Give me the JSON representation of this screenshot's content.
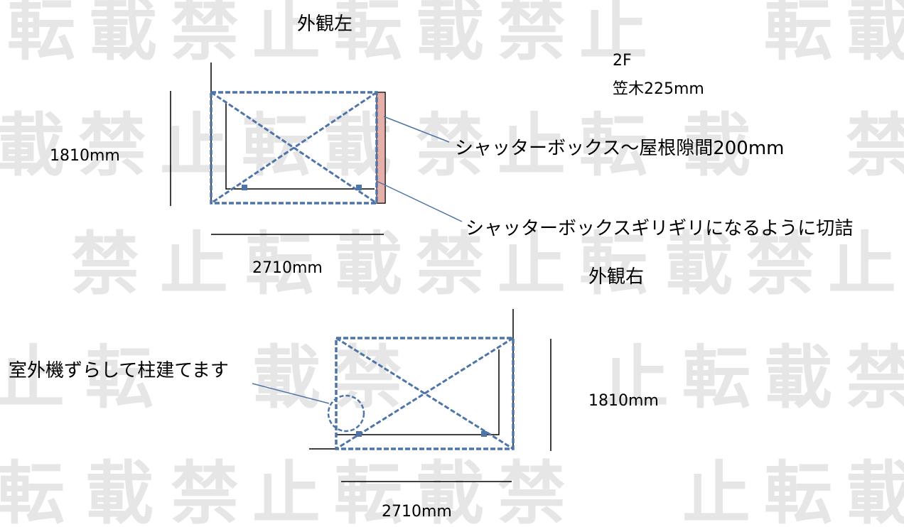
{
  "watermark": {
    "glyphs": [
      "転",
      "載",
      "禁",
      "止"
    ],
    "color": "#e6e6e6"
  },
  "left_view": {
    "title": "外観左",
    "floor": "2F",
    "coping": "笠木225mm",
    "height_label": "1810mm",
    "width_label": "2710mm",
    "note_gap": "シャッターボックス〜屋根隙間200mm",
    "note_cut": "シャッターボックスギリギリになるように切詰",
    "shutter_box_color": "#e6b0aa"
  },
  "right_view": {
    "title": "外観右",
    "height_label": "1810mm",
    "width_label": "2710mm",
    "note_outdoor_unit": "室外機ずらして柱建てます"
  },
  "colors": {
    "outline": "#4f74a8",
    "line": "#000000",
    "leader": "#4f74a8"
  }
}
